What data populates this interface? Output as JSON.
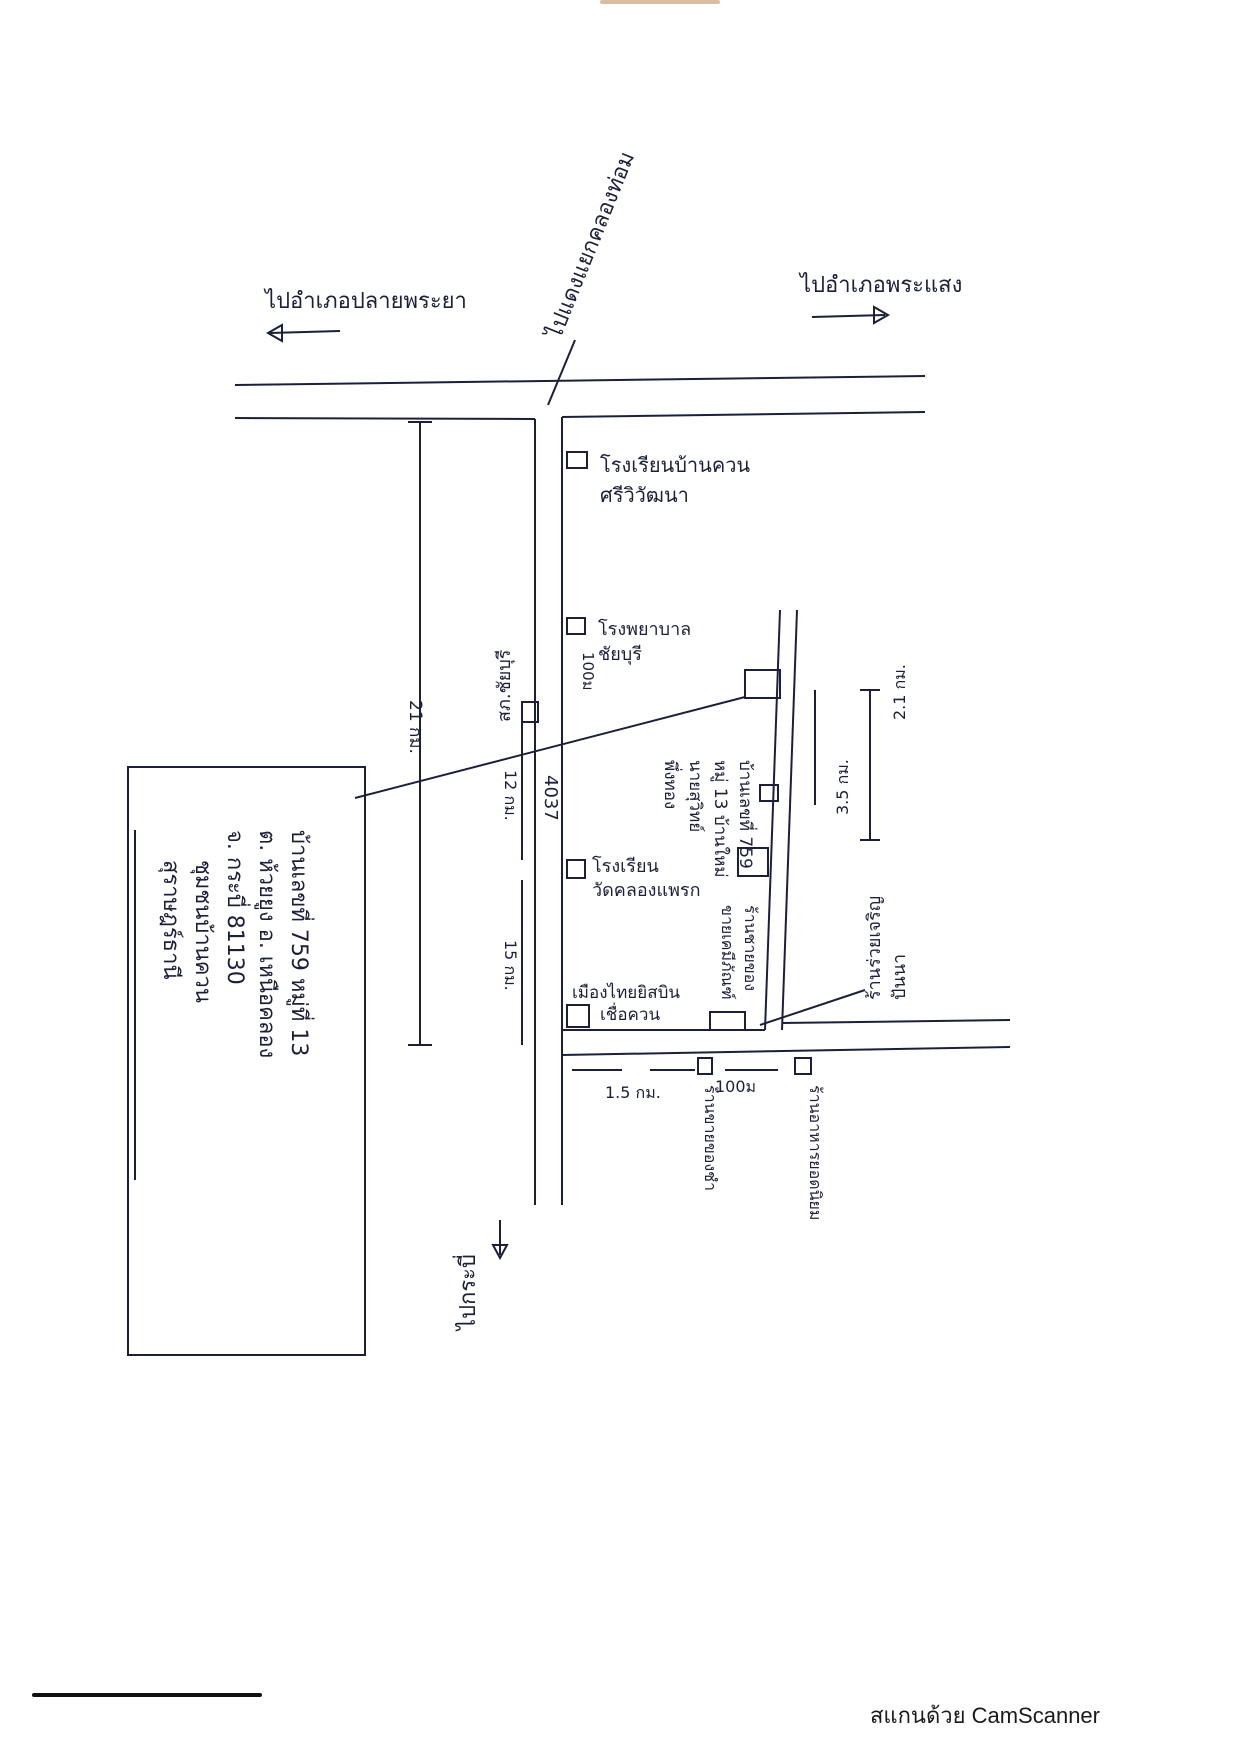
{
  "map": {
    "directions": {
      "to_plai_phraya": "ไปอำเภอปลายพระยา",
      "to_khlong_thom_junction": "ไปแดงแยกคลองท่อม",
      "to_phra_saeng": "ไปอำเภอพระแสง",
      "to_krabi": "ไปกระบี่"
    },
    "road_number": "4037",
    "landmarks": {
      "school_ban_khuan": "โรงเรียนบ้านควน",
      "school_ban_khuan_2": "ศรีวิวัฒนา",
      "hospital": "โรงพยาบาล",
      "hospital_2": "ชัยบุรี",
      "police_station": "สภ.ชัยบุรี",
      "school_wat": "โรงเรียน",
      "school_wat_2": "วัดคลองแพรก",
      "market": "เมืองไทยยิสบิน",
      "market_2": "เชื่อควน",
      "house_location": "บ้านเลขที่ 759",
      "house_location_2": "หมู่ 13 บ้านใหม่",
      "house_owner": "นายสุวิทย์",
      "house_owner_2": "พึ่งทอง",
      "shop_corner": "ร้านชายของ",
      "shop_corner_2": "ขายเคมีภัณฑ์",
      "grocery": "ร้านร่วยเจริญ",
      "grocery_2": "ปันนา",
      "shop_below": "ร้านขายของชำ",
      "food_shop": "ร้านอาหารยอดนิยม"
    },
    "distances": {
      "d_21": "21 กม.",
      "d_12": "12 กม.",
      "d_15": "15 กม.",
      "d_100m_top": "100ม",
      "d_21b": "2.1 กม.",
      "d_35": "3.5 กม.",
      "d_15b": "1.5 กม.",
      "d_100m": "100ม"
    },
    "address_box": {
      "line1": "บ้านเลขที่ 759 หมู่ที่ 13",
      "line2": "ต. ห้วยยูง อ. เหนือคลอง",
      "line3": "จ. กระบี่ 81130",
      "line4": "ชุมชนบ้านควน",
      "line5": "สุราษฎร์ธานี"
    }
  },
  "footer": {
    "scanner_text": "สแกนด้วย CamScanner"
  }
}
